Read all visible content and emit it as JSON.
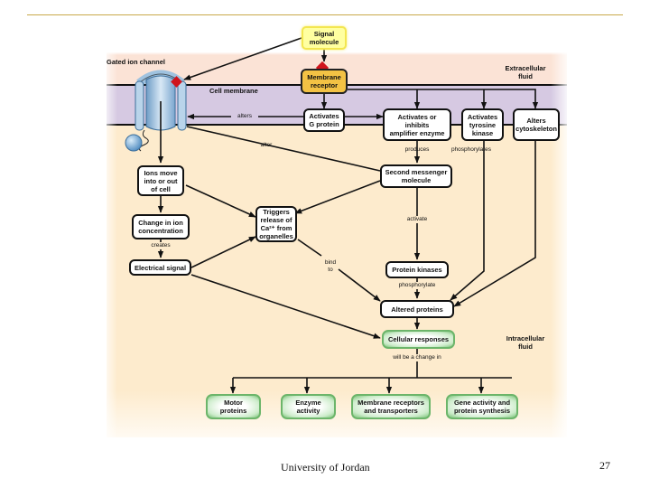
{
  "slide": {
    "footer_text": "University of Jordan",
    "page_number": "27"
  },
  "colors": {
    "extracellular": "#fbe3d6",
    "membrane": "#d6c9e2",
    "intracellular": "#fdebcd",
    "signal_box": "#ffffa0",
    "receptor_box": "#f3c244",
    "response_box": "#7cc47a",
    "binding_site": "#d0141c",
    "channel": "#8fb7d8"
  },
  "regions": {
    "extracellular": "Extracellular\nfluid",
    "membrane": "Cell membrane",
    "intracellular": "Intracellular\nfluid",
    "ion_channel": "Gated ion channel"
  },
  "nodes": {
    "signal_molecule": "Signal\nmolecule",
    "membrane_receptor": "Membrane\nreceptor",
    "activates_g_protein": "Activates\nG protein",
    "amplifier_enzyme": "Activates or\ninhibits\namplifier enzyme",
    "tyrosine_kinase": "Activates\ntyrosine\nkinase",
    "cytoskeleton": "Alters\ncytoskeleton",
    "ions_move": "Ions move\ninto or out\nof cell",
    "ion_concentration": "Change in ion\nconcentration",
    "electrical_signal": "Electrical signal",
    "calcium_release": "Triggers\nrelease of\nCa²⁺ from\norganelles",
    "second_messenger": "Second messenger\nmolecule",
    "protein_kinases": "Protein kinases",
    "altered_proteins": "Altered proteins",
    "cellular_responses": "Cellular responses",
    "motor_proteins": "Motor\nproteins",
    "enzyme_activity": "Enzyme\nactivity",
    "membrane_receptors_transporters": "Membrane receptors\nand transporters",
    "gene_activity": "Gene activity and\nprotein synthesis"
  },
  "edge_labels": {
    "alters_1": "alters",
    "alter_2": "alter",
    "produces": "produces",
    "phosphorylates": "phosphorylates",
    "activate": "activate",
    "creates": "creates",
    "bind_to": "bind\nto",
    "phosphorylate": "phosphorylate",
    "will_be_change": "will be a change in"
  }
}
